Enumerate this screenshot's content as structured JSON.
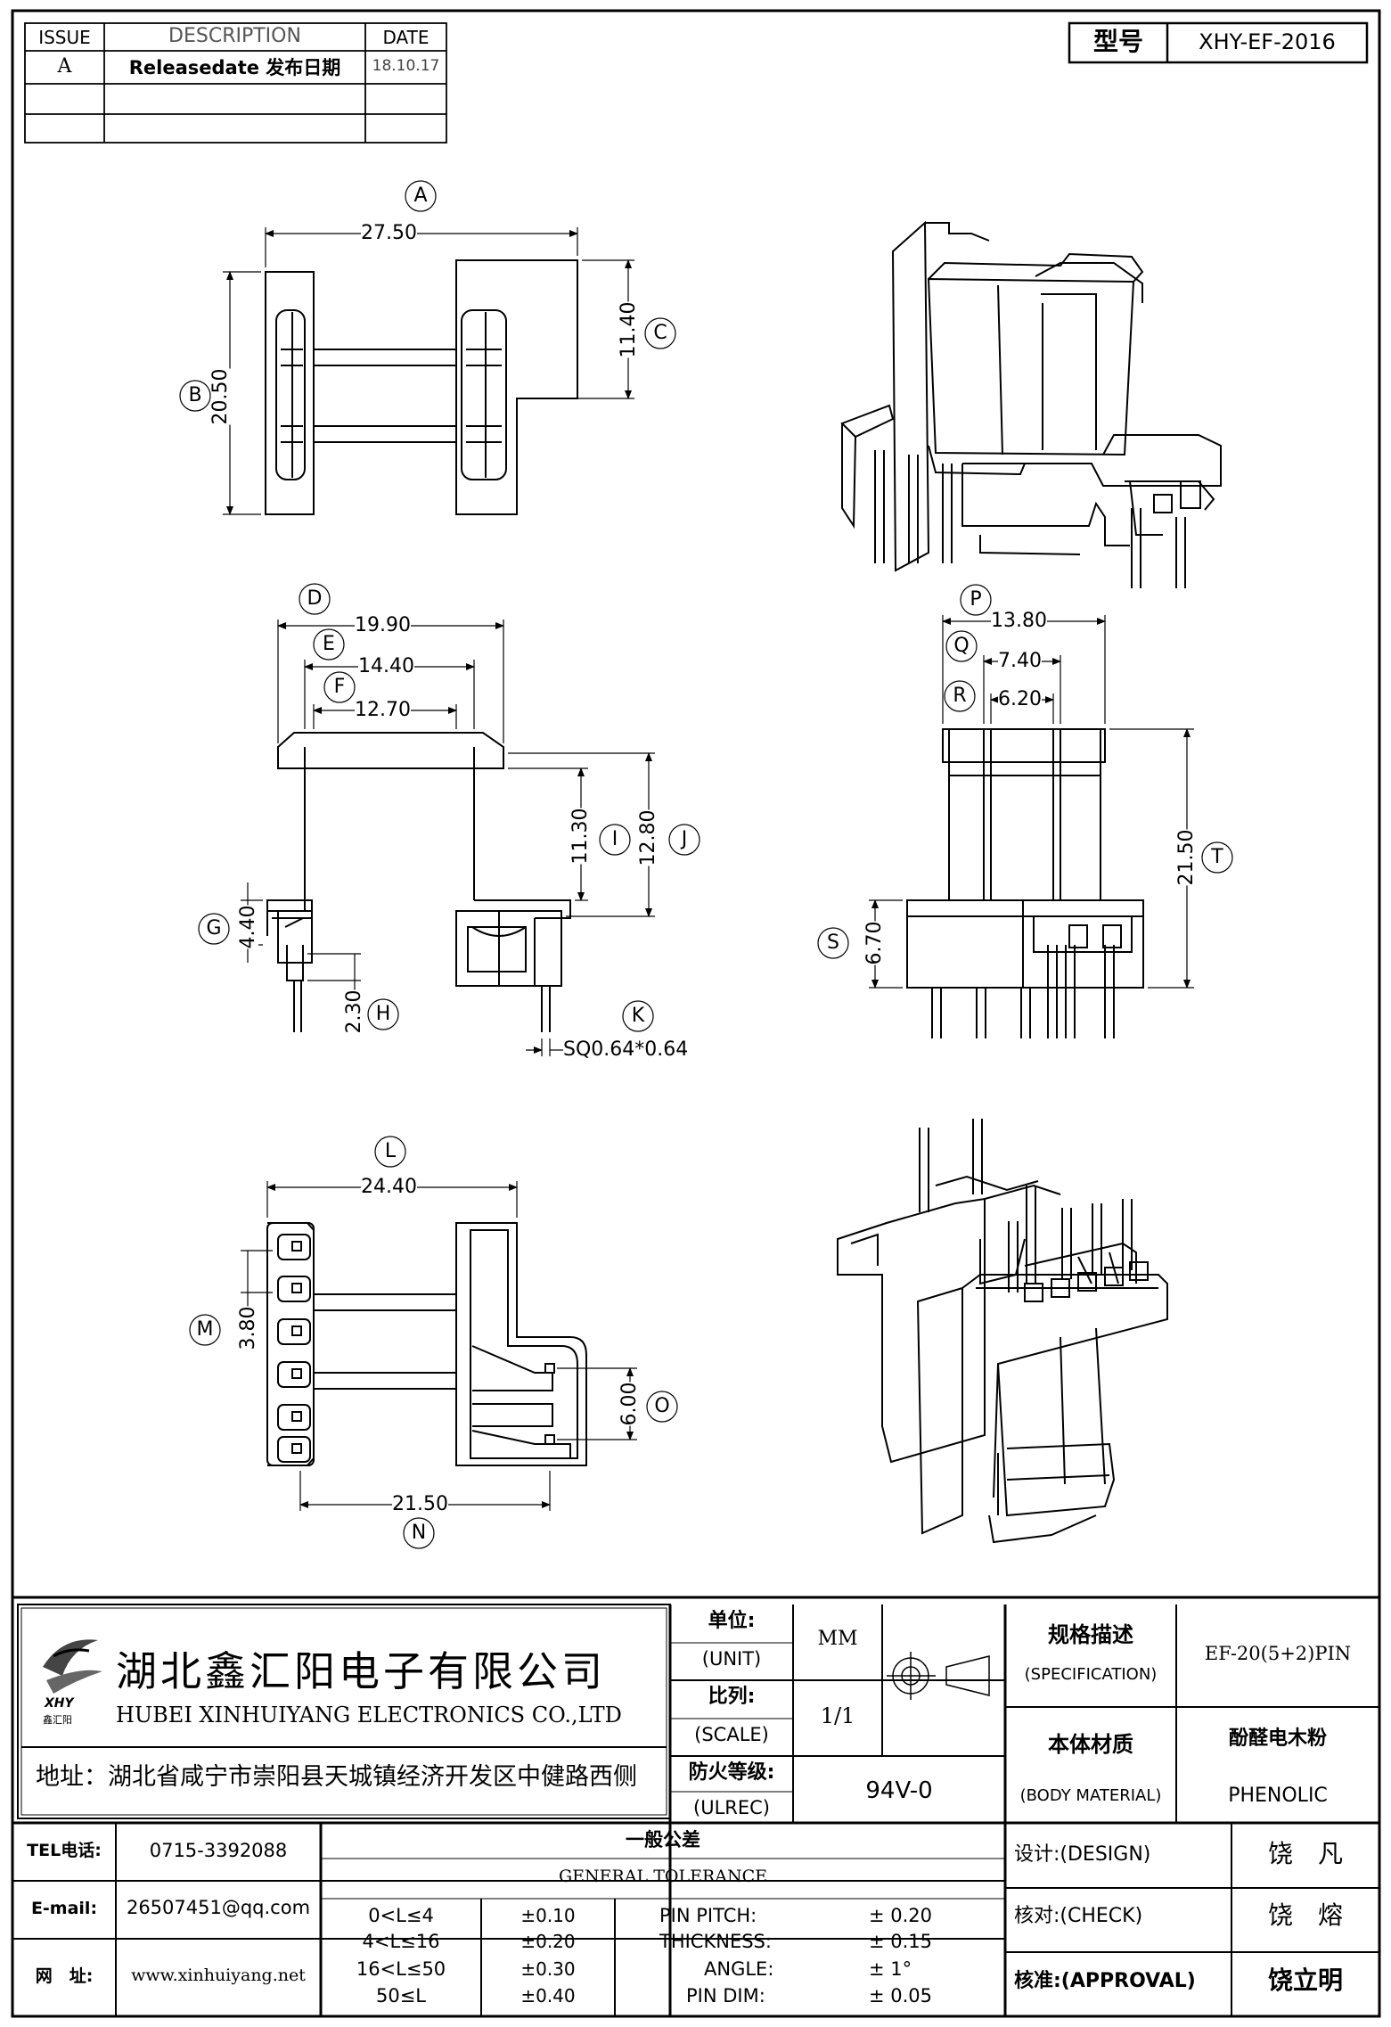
{
  "revision_table": {
    "headers": {
      "issue": "ISSUE",
      "description": "DESCRIPTION",
      "date": "DATE"
    },
    "rows": [
      {
        "issue": "A",
        "description": "Releasedate 发布日期",
        "date": "18.10.17"
      },
      {
        "issue": "",
        "description": "",
        "date": ""
      },
      {
        "issue": "",
        "description": "",
        "date": ""
      }
    ]
  },
  "model_box": {
    "label": "型号",
    "value": "XHY-EF-2016"
  },
  "top_view": {
    "A": {
      "letter": "A",
      "value": "27.50"
    },
    "B": {
      "letter": "B",
      "value": "20.50"
    },
    "C": {
      "letter": "C",
      "value": "11.40"
    }
  },
  "front_view": {
    "D": {
      "letter": "D",
      "value": "19.90"
    },
    "E": {
      "letter": "E",
      "value": "14.40"
    },
    "F": {
      "letter": "F",
      "value": "12.70"
    },
    "G": {
      "letter": "G",
      "value": "4.40"
    },
    "H": {
      "letter": "H",
      "value": "2.30"
    },
    "I": {
      "letter": "I",
      "value": "11.30"
    },
    "J": {
      "letter": "J",
      "value": "12.80"
    },
    "K": {
      "letter": "K",
      "value": "SQ0.64*0.64"
    }
  },
  "side_view": {
    "P": {
      "letter": "P",
      "value": "13.80"
    },
    "Q": {
      "letter": "Q",
      "value": "7.40"
    },
    "R": {
      "letter": "R",
      "value": "6.20"
    },
    "S": {
      "letter": "S",
      "value": "6.70"
    },
    "T": {
      "letter": "T",
      "value": "21.50"
    }
  },
  "bottom_view": {
    "L": {
      "letter": "L",
      "value": "24.40"
    },
    "M": {
      "letter": "M",
      "value": "3.80"
    },
    "N": {
      "letter": "N",
      "value": "21.50"
    },
    "O": {
      "letter": "O",
      "value": "6.00"
    }
  },
  "title_block": {
    "company_cn": "湖北鑫汇阳电子有限公司",
    "company_en": "HUBEI XINHUIYANG ELECTRONICS CO.,LTD",
    "logo_text": "XHY",
    "logo_sub": "鑫汇阳",
    "address": "地址：湖北省咸宁市崇阳县天城镇经济开发区中健路西侧",
    "unit_cn": "单位:",
    "unit_en": "(UNIT)",
    "unit_value": "MM",
    "scale_cn": "比列:",
    "scale_en": "(SCALE)",
    "scale_value": "1/1",
    "fire_cn": "防火等级:",
    "fire_en": "(ULREC)",
    "fire_value": "94V-0",
    "spec_cn": "规格描述",
    "spec_en": "(SPECIFICATION)",
    "spec_value": "EF-20(5+2)PIN",
    "material_cn": "本体材质",
    "material_en": "(BODY MATERIAL)",
    "material_value_cn": "酚醛电木粉",
    "material_value_en": "PHENOLIC",
    "tel_label": "TEL电话:",
    "tel_value": "0715-3392088",
    "email_label": "E-mail:",
    "email_value": "26507451@qq.com",
    "web_label": "网　址:",
    "web_value": "www.xinhuiyang.net",
    "tolerance_cn": "一般公差",
    "tolerance_en": "GENERAL TOLERANCE",
    "tolerance_rows": [
      {
        "range": "0<L≤4",
        "tol": "±0.10",
        "item": "PIN PITCH:",
        "value": "± 0.20"
      },
      {
        "range": "4<L≤16",
        "tol": "±0.20",
        "item": "THICKNESS:",
        "value": "± 0.15"
      },
      {
        "range": "16<L≤50",
        "tol": "±0.30",
        "item": "ANGLE:",
        "value": "± 1°"
      },
      {
        "range": "50≤L",
        "tol": "±0.40",
        "item": "PIN DIM:",
        "value": "± 0.05"
      }
    ],
    "design_label": "设计:(DESIGN)",
    "design_name": "饶　凡",
    "check_label": "核对:(CHECK)",
    "check_name": "饶　熔",
    "approval_label": "核准:(APPROVAL)",
    "approval_name": "饶立明"
  }
}
